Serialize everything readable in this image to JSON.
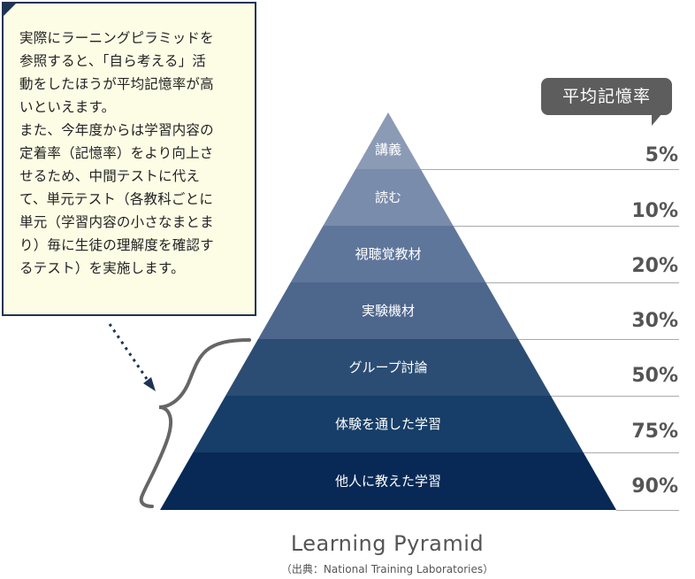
{
  "note": {
    "text": "実際にラーニングピラミッドを\n参照すると、「自ら考える」活\n動をしたほうが平均記憶率が高\nいといえます。\nまた、今年度からは学習内容の\n定着率（記憶率）をより向上さ\nせるため、中間テストに代え\nて、単元テスト（各教科ごとに\n単元（学習内容の小さなまとま\nり）毎に生徒の理解度を確認す\nるテスト）を実施します。"
  },
  "badge": {
    "label": "平均記憶率"
  },
  "levels": [
    {
      "label": "講義",
      "rate": "5%"
    },
    {
      "label": "読む",
      "rate": "10%"
    },
    {
      "label": "視聴覚教材",
      "rate": "20%"
    },
    {
      "label": "実験機材",
      "rate": "30%"
    },
    {
      "label": "グループ討論",
      "rate": "50%"
    },
    {
      "label": "体験を通した学習",
      "rate": "75%"
    },
    {
      "label": "他人に教えた学習",
      "rate": "90%"
    }
  ],
  "caption": {
    "title": "Learning Pyramid",
    "source": "（出典：National Training Laboratories）"
  },
  "colors": {
    "levels": [
      "#8b9bb5",
      "#7a8cab",
      "#5f769b",
      "#4d668c",
      "#2b4d74",
      "#173e68",
      "#082955"
    ],
    "note_bg": "#fdfde6",
    "note_border": "#1f3454",
    "badge_bg": "#5d5d5d",
    "rate_text": "#555555"
  }
}
